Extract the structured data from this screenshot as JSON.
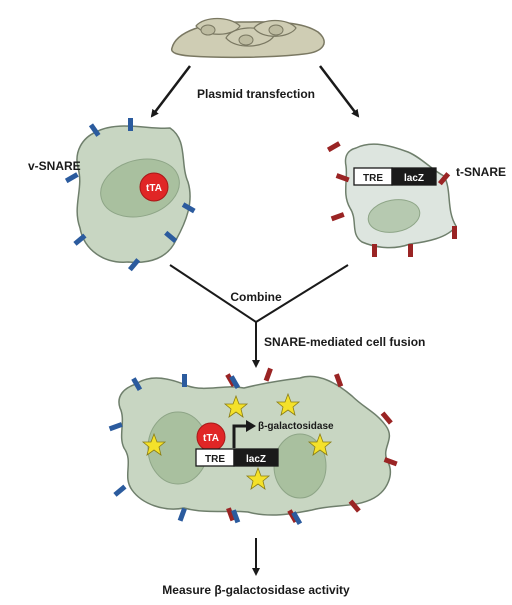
{
  "labels": {
    "plasmid_transfection": "Plasmid transfection",
    "v_snare": "v-SNARE",
    "t_snare": "t-SNARE",
    "combine": "Combine",
    "snare_fusion": "SNARE-mediated cell fusion",
    "measure": "Measure β-galactosidase activity",
    "beta_gal": "β-galactosidase"
  },
  "constructs": {
    "tta": "tTA",
    "tre": "TRE",
    "lacz": "lacZ"
  },
  "colors": {
    "cell_fill": "#c8d6c2",
    "cell_stroke": "#6f7f6c",
    "nucleus_fill": "#a9c09f",
    "v_snare": "#2b5b9e",
    "t_snare": "#9a2424",
    "tta": "#e02626",
    "star": "#f4e12a",
    "source_cells": "#cfcdb4"
  }
}
